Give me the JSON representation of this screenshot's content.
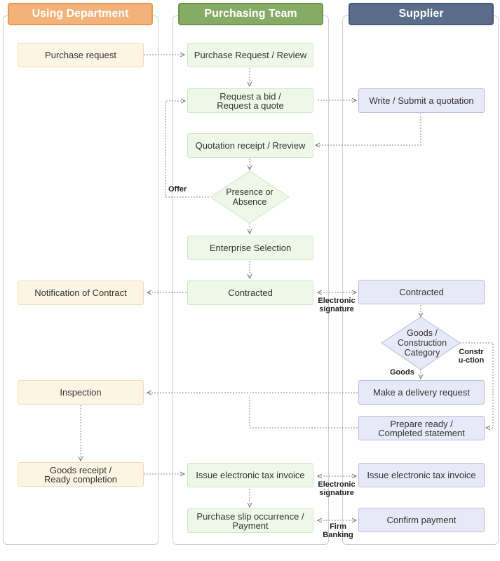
{
  "lanes": {
    "using": "Using Department",
    "purchasing": "Purchasing Team",
    "supplier": "Supplier"
  },
  "using": {
    "purchase_request": "Purchase request",
    "notification": "Notification of Contract",
    "inspection": "Inspection",
    "goods_receipt": "Goods receipt / Ready completion"
  },
  "purchasing": {
    "pr_review": "Purchase Request / Review",
    "request_bid": "Request a bid / Request a quote",
    "quotation_receipt": "Quotation receipt / Rreview",
    "presence_absence": "Presence or Absence",
    "enterprise_selection": "Enterprise Selection",
    "contracted": "Contracted",
    "issue_tax_invoice": "Issue electronic tax invoice",
    "purchase_slip": "Purchase slip occurrence / Payment"
  },
  "supplier": {
    "write_quotation": "Write / Submit a quotation",
    "contracted": "Contracted",
    "category": "Goods / Construction Category",
    "delivery_request": "Make a delivery request",
    "prepare_ready": "Prepare ready / Completed statement",
    "issue_tax_invoice": "Issue electronic tax invoice",
    "confirm_payment": "Confirm payment"
  },
  "edge_labels": {
    "offer": "Offer",
    "esig1": "Electronic signature",
    "esig2": "Electronic signature",
    "goods": "Goods",
    "construction": "Constru-ction",
    "firm_banking": "Firm Banking"
  }
}
